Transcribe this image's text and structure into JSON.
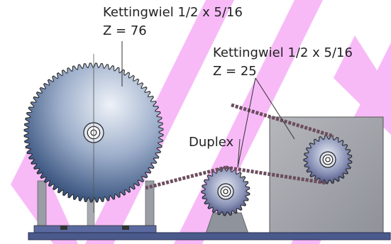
{
  "labels": {
    "big_sprocket_title": "Kettingwiel 1/2 x 5/16",
    "big_sprocket_teeth": "Z = 76",
    "small_sprocket_title": "Kettingwiel 1/2 x 5/16",
    "small_sprocket_teeth": "Z = 25",
    "duplex": "Duplex"
  },
  "colors": {
    "watermark": "#f6b8f6",
    "sprocket_dark": "#1d3c6a",
    "sprocket_light": "#e9eef6",
    "chain": "#7a5a6a",
    "frame_blue": "#4a5a8c",
    "gearbox": "#a3a6ad"
  }
}
